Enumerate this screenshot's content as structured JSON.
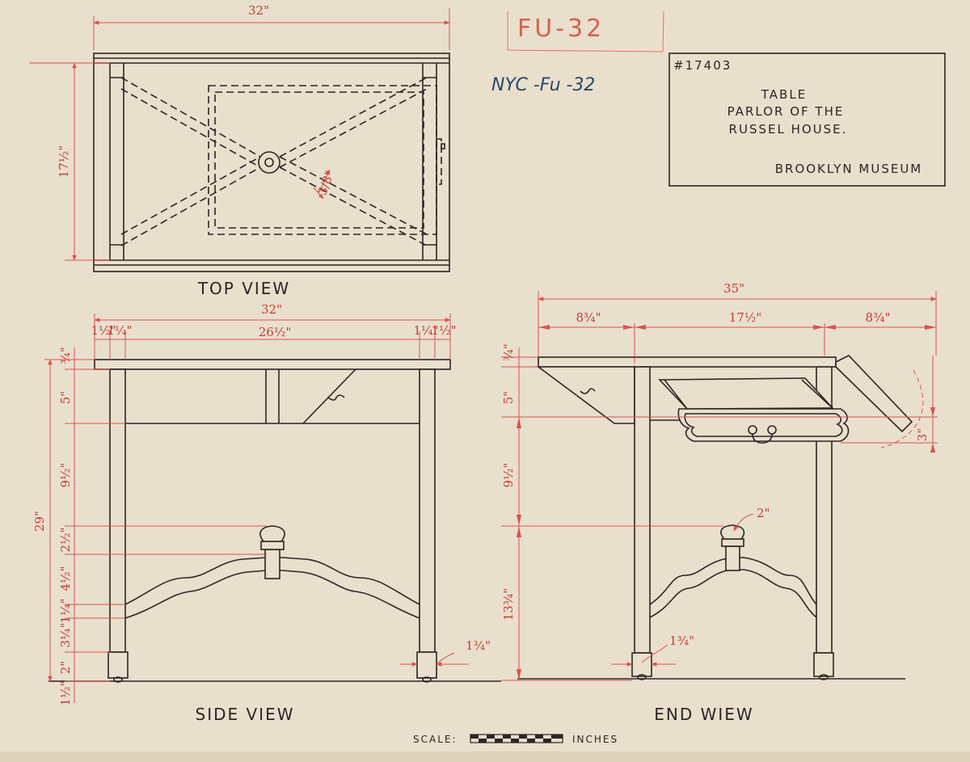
{
  "stamp": "FU-32",
  "catalog": "NYC -Fu -32",
  "title_block": {
    "number": "#17403",
    "line1": "TABLE",
    "line2": "PARLOR OF THE",
    "line3": "RUSSEL HOUSE.",
    "museum": "BROOKLYN MUSEUM"
  },
  "views": {
    "top": "TOP VIEW",
    "side": "SIDE VIEW",
    "end": "END WIEW"
  },
  "scale": {
    "label": "SCALE:",
    "unit": "INCHES"
  },
  "dims": {
    "top_width": "32\"",
    "top_depth": "17½\"",
    "top_stretcher": "3/8\"",
    "side_width": "32\"",
    "side_inner": "26½\"",
    "side_left_a": "1½\"",
    "side_left_b": "1¼\"",
    "side_right_a": "1¼\"",
    "side_right_b": "1½\"",
    "side_top_thick": "¾\"",
    "side_apron": "5\"",
    "side_leg_upper": "9½\"",
    "side_total": "29\"",
    "side_finial": "2½\"",
    "side_stretcher": "4½\"",
    "side_s1": "1¼\"",
    "side_s2": "3¼\"",
    "side_foot": "2\"",
    "side_caster": "1½\"",
    "side_leg": "1¾\"",
    "end_width": "35\"",
    "end_leaf_l": "8¾\"",
    "end_center": "17½\"",
    "end_leaf_r": "8¾\"",
    "end_top_thick": "¾\"",
    "end_apron": "5\"",
    "end_leg_upper": "9½\"",
    "end_lower": "13¾\"",
    "end_finial": "2\"",
    "end_leg": "1¾\"",
    "end_drawer": "3\""
  }
}
